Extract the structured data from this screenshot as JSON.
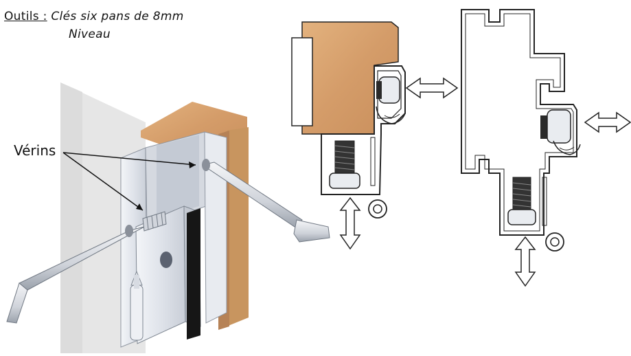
{
  "tools": {
    "label": "Outils :",
    "item1": "Clés six pans de 8mm",
    "item2": "Niveau"
  },
  "callout": {
    "label": "Vérins"
  },
  "colors": {
    "wood": "#d8a574",
    "wood_dark": "#b9835a",
    "metal": "#dfe3ea",
    "metal_shade": "#b9bfc9",
    "wall": "#e5e5e5",
    "gasket": "#1a1a1a"
  },
  "icons": [
    "double-arrow-horizontal-icon",
    "double-arrow-vertical-icon"
  ]
}
